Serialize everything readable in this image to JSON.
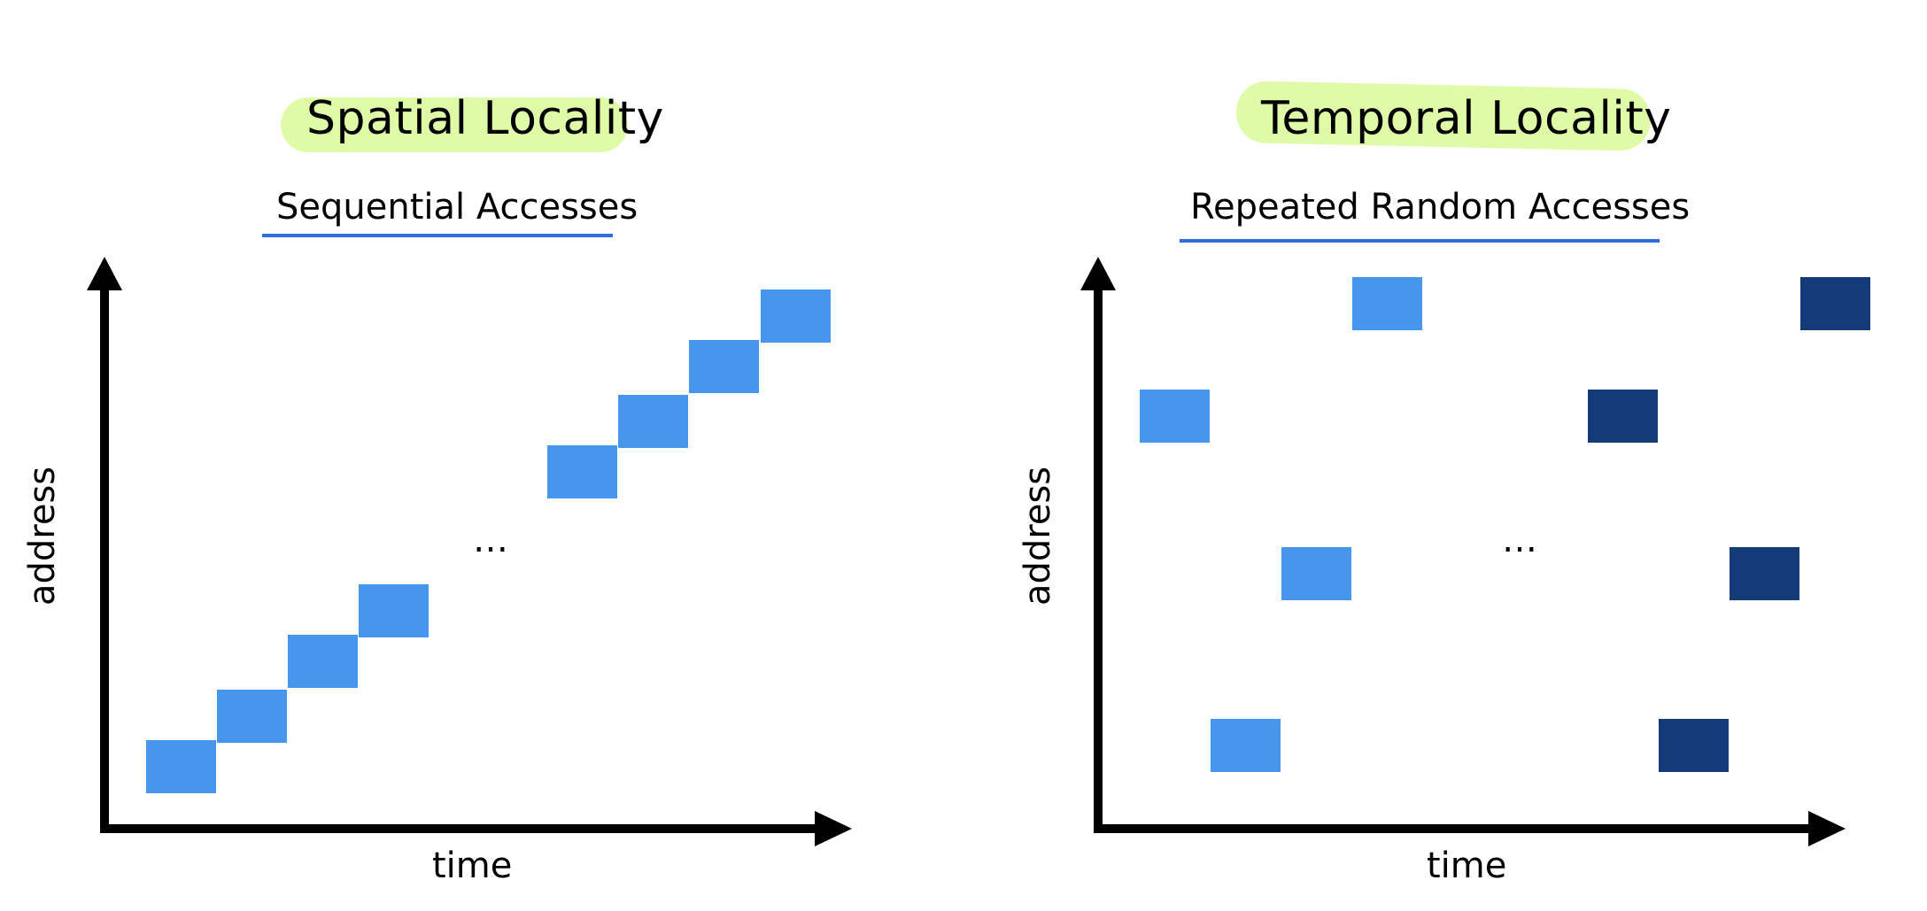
{
  "panels": [
    {
      "title": "Spatial Locality",
      "subtitle": "Sequential Accesses",
      "xlabel": "time",
      "ylabel": "address",
      "ellipsis": "…",
      "colors": {
        "light": "#4796ee",
        "dark": "#153a78",
        "highlight": "#e0fba8",
        "underline": "#2f6fdb"
      }
    },
    {
      "title": "Temporal Locality",
      "subtitle": "Repeated Random Accesses",
      "xlabel": "time",
      "ylabel": "address",
      "ellipsis": "…",
      "colors": {
        "light": "#4796ee",
        "dark": "#153a78",
        "highlight": "#e0fba8",
        "underline": "#2f6fdb"
      }
    }
  ]
}
